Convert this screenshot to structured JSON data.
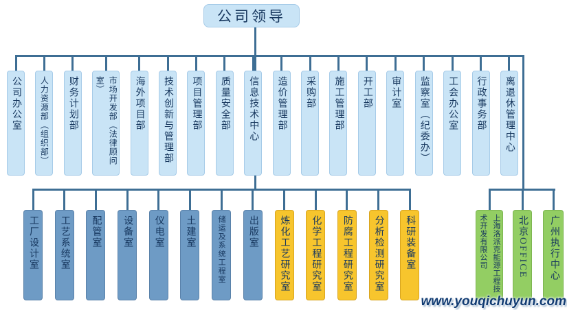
{
  "title": "公司领导",
  "level2": {
    "items": [
      "公司办公室",
      "人力资源部（组织部）",
      "财务计划部",
      "市场开发部（法律顾问室）",
      "海外项目部",
      "技术创新与管理部",
      "项目管理部",
      "质量安全部",
      "信息技术中心",
      "造价管理部",
      "采购部",
      "施工管理部",
      "开工部",
      "审计室",
      "监察室（纪委办）",
      "工会办公室",
      "行政事务部",
      "离退休管理中心"
    ]
  },
  "level3": {
    "design": [
      "工厂设计室",
      "工艺系统室",
      "配管室",
      "设备室",
      "仪电室",
      "土建室",
      "储运及系统工程室",
      "出版室"
    ],
    "research": [
      "炼化工艺研究室",
      "化学工程研究室",
      "防腐工程研究室",
      "分析检测研究室",
      "科研装备室"
    ],
    "branches": [
      "上海洛派克能源工程技术开发有限公司",
      "北京OFFICE",
      "广州执行中心"
    ]
  },
  "watermark": "www.youqichuyun.com",
  "colors": {
    "light_blue_box": "#C9E4F6",
    "steel_blue_box": "#6E9BC5",
    "yellow_box": "#F7C52D",
    "green_box": "#93CE63",
    "connector_line": "#3E6E94",
    "text_navy": "#17375E"
  }
}
